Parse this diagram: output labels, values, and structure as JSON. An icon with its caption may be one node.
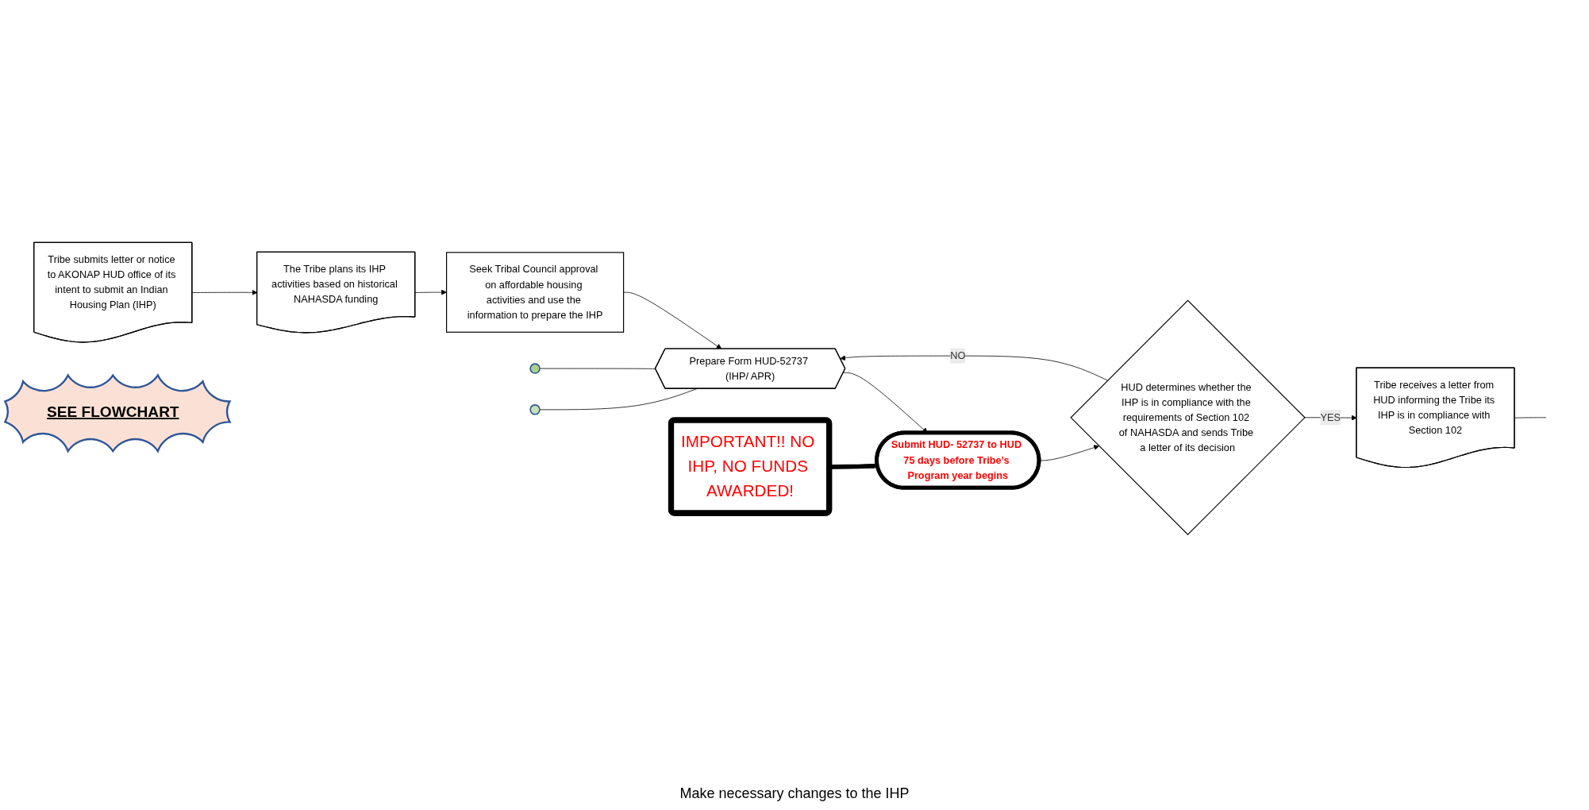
{
  "diagram": {
    "nodes": [
      {
        "text": [
          "Tribe submits letter or notice to AKONAP HUD office of its intent to submit an Indian Housing Plan (IHP)"
        ]
      },
      {
        "text": [
          "The Tribe plans its IHP activities based on historical NAHASDA funding"
        ]
      },
      {
        "text": [
          "Seek Tribal Council approval on affordable housing activities and use the information to prepare the IHP"
        ]
      },
      {
        "text": [
          "Prepare Form HUD-52737 (IHP/ APR)"
        ]
      },
      {
        "text": [
          "Submit HUD- 52737 to HUD 75 days before Tribe’s Program year begins"
        ]
      },
      {
        "text": [
          "IMPORTANT!! NO IHP, NO FUNDS AWARDED!"
        ]
      },
      {
        "text": [
          "HUD determines whether the IHP is in compliance with the requirements of Section 102 of NAHASDA and sends Tribe a letter of its decision"
        ]
      },
      {
        "text": [
          "Tribe receives a letter from HUD informing the Tribe its IHP is in compliance with Section 102"
        ]
      },
      {
        "text": [
          "SEE FLOWCHART"
        ]
      },
      {
        "text": [],
        "shape": "bubble"
      },
      {
        "text": [],
        "shape": "bubble"
      }
    ],
    "edges": [
      {
        "from": 0,
        "to": 1,
        "arrow": "to"
      },
      {
        "from": 1,
        "to": 2,
        "arrow": "to"
      },
      {
        "from": 2,
        "to": 3,
        "arrow": "to"
      },
      {
        "from": 3,
        "to": 4,
        "arrow": "to"
      },
      {
        "from": 5,
        "to": 4,
        "arrow": "to",
        "style": "thick"
      },
      {
        "from": 4,
        "to": 6,
        "arrow": "to"
      },
      {
        "from": 6,
        "to": 3,
        "label": "NO",
        "arrow": "to"
      },
      {
        "from": 6,
        "to": 7,
        "label": "YES",
        "arrow": "to"
      },
      {
        "from": 7,
        "to": null,
        "arrow": "none"
      },
      {
        "from": 9,
        "to": 3,
        "arrow": "none"
      },
      {
        "from": 10,
        "to": 3,
        "arrow": "none"
      }
    ],
    "labels": [
      "Make necessary changes to the IHP"
    ]
  }
}
